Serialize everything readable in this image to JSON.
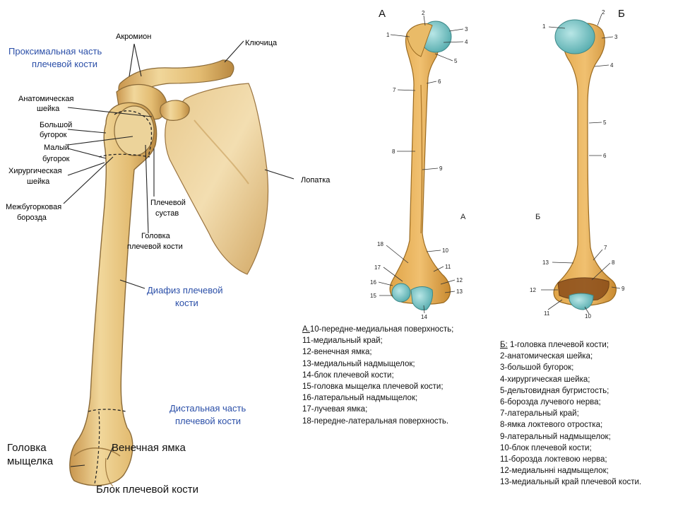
{
  "left": {
    "prox": [
      "Проксимальная часть",
      "плечевой кости"
    ],
    "akromion": "Акромион",
    "klyuchica": "Ключица",
    "anat": [
      "Анатомическая",
      "шейка"
    ],
    "bolsh": [
      "Большой",
      "бугорок"
    ],
    "malyi": [
      "Малый",
      "бугорок"
    ],
    "hir": [
      "Хирургическая",
      "шейка"
    ],
    "mezh": [
      "Межбугорковая",
      "борозда"
    ],
    "lopatka": "Лопатка",
    "sustav": [
      "Плечевой",
      "сустав"
    ],
    "golovka_pk": [
      "Головка",
      "плечевой кости"
    ],
    "diafiz": [
      "Диафиз плечевой",
      "кости"
    ],
    "dist": [
      "Дистальная часть",
      "плечевой кости"
    ],
    "golovka_m": [
      "Головка",
      "мыщелка"
    ],
    "venech": "Венечная ямка",
    "blok": "Блок плечевой кости"
  },
  "a": {
    "title": "А",
    "sub": "А",
    "nums": [
      "1",
      "2",
      "3",
      "4",
      "5",
      "6",
      "7",
      "8",
      "9",
      "10",
      "11",
      "12",
      "13",
      "14",
      "15",
      "16",
      "17",
      "18"
    ],
    "legend_prefix": "А.",
    "legend": [
      "10-передне-медиальная поверхность;",
      "11-медиальный край;",
      "12-венечная ямка;",
      "13-медиальный надмыщелок;",
      "14-блок плечевой кости;",
      "15-головка мыщелка плечевой кости;",
      "16-латеральный надмыщелок;",
      "17-лучевая ямка;",
      "18-передне-латеральная поверхность."
    ]
  },
  "b": {
    "title": "Б",
    "sub": "Б",
    "nums": [
      "1",
      "2",
      "3",
      "4",
      "5",
      "6",
      "7",
      "8",
      "9",
      "10",
      "11",
      "12",
      "13"
    ],
    "legend_prefix": "Б:",
    "legend": [
      " 1-головка плечевой кости;",
      "2-анатомическая шейка;",
      "3-большой бугорок;",
      "4-хирургическая шейка;",
      "5-дельтовидная бугристость;",
      "6-борозда лучевого нерва;",
      "7-латеральный край;",
      "8-ямка локтевого отростка;",
      "9-латеральный надмыщелок;",
      "10-блок плечевой кости;",
      "11-борозда локтевою нерва;",
      "12-медиальнні надмыщелок;",
      "13-медиальный край плечевой кости."
    ]
  },
  "colors": {
    "bone": "#e6c07a",
    "bone_dark": "#b58a44",
    "cart": "#7fc9c9",
    "label_blue": "#2b4fa8"
  }
}
